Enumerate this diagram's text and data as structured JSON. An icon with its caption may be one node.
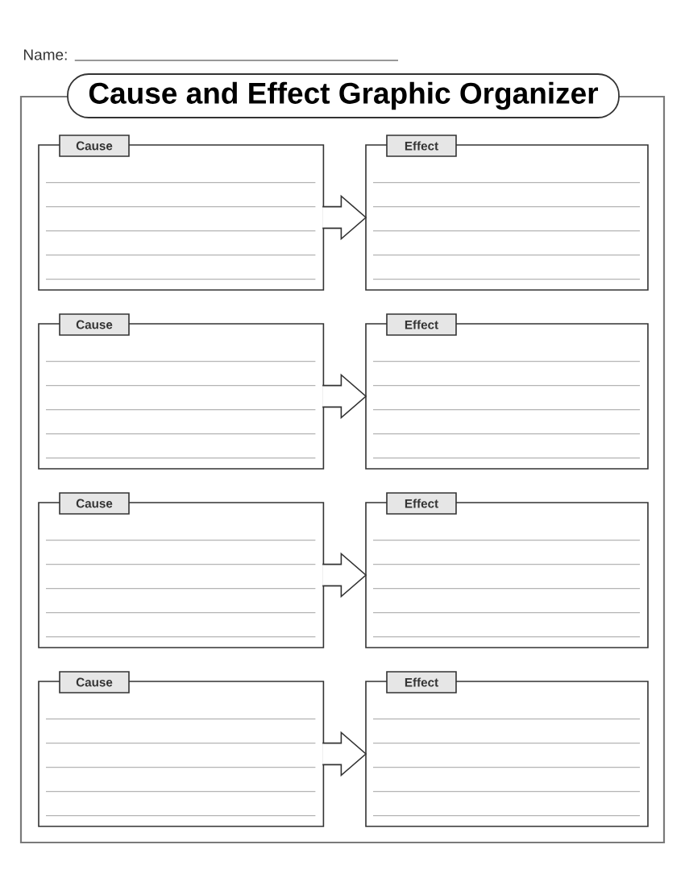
{
  "diagram": {
    "title": "Cause and Effect Graphic Organizer",
    "nodes": [
      {
        "text": [
          "Cause"
        ]
      },
      {
        "text": [
          "Effect"
        ]
      },
      {
        "text": [
          "Cause"
        ]
      },
      {
        "text": [
          "Effect"
        ]
      },
      {
        "text": [
          "Cause"
        ]
      },
      {
        "text": [
          "Effect"
        ]
      },
      {
        "text": [
          "Cause"
        ]
      },
      {
        "text": [
          "Effect"
        ]
      }
    ],
    "edges": [
      {
        "from": 0,
        "to": 1,
        "arrow": "to"
      },
      {
        "from": 2,
        "to": 3,
        "arrow": "to"
      },
      {
        "from": 4,
        "to": 5,
        "arrow": "to"
      },
      {
        "from": 6,
        "to": 7,
        "arrow": "to"
      }
    ],
    "labels": [
      "Name:"
    ]
  }
}
